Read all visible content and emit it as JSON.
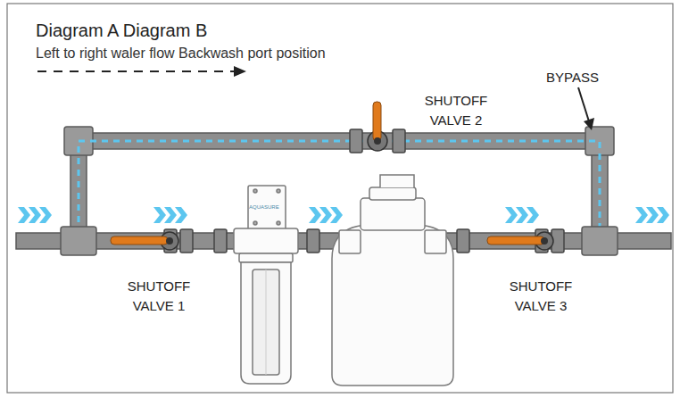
{
  "diagram": {
    "title": "Diagram A Diagram B",
    "labels": [
      "Left to right waler flow Backwash port position",
      "SHUTOFF VALVE 2",
      "BYPASS",
      "SHUTOFF VALVE 1",
      "SHUTOFF VALVE 3",
      "AQUASURE"
    ]
  }
}
